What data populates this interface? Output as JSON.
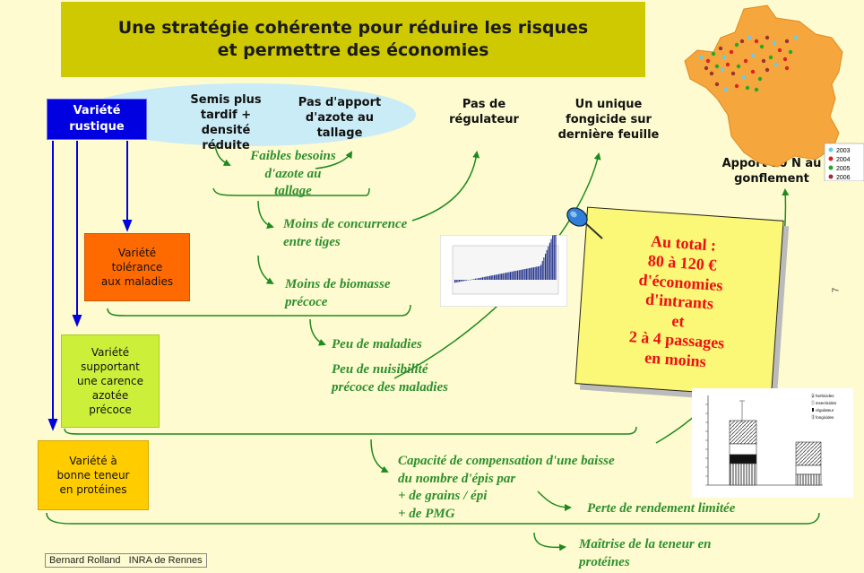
{
  "title": {
    "line1": "Une stratégie cohérente pour réduire les risques",
    "line2": "et permettre des économies"
  },
  "boxes": {
    "rustique": [
      "Variété",
      "rustique"
    ],
    "tolerance": [
      "Variété",
      "tolérance",
      "aux maladies"
    ],
    "carence": [
      "Variété",
      "supportant",
      "une carence",
      "azotée",
      "précoce"
    ],
    "proteines": [
      "Variété à",
      "bonne teneur",
      "en protéines"
    ]
  },
  "top_labels": {
    "semis": [
      "Semis plus",
      "tardif +",
      "densité",
      "réduite"
    ],
    "azote": [
      "Pas d'apport",
      "d'azote au",
      "tallage"
    ],
    "regulateur": [
      "Pas de",
      "régulateur"
    ],
    "fongicide": [
      "Un unique",
      "fongicide sur",
      "dernière feuille"
    ],
    "apport": [
      "Apport 30 N au",
      "gonflement"
    ]
  },
  "effects": {
    "faibles": [
      "Faibles besoins",
      "d'azote au",
      "tallage"
    ],
    "concurrence": [
      "Moins de concurrence",
      "entre tiges"
    ],
    "biomasse": [
      "Moins de biomasse",
      "précoce"
    ],
    "maladies": "Peu de maladies",
    "nuisibilite": [
      "Peu de nuisibilité",
      "précoce des maladies"
    ],
    "capacite": [
      "Capacité de compensation d'une baisse",
      "du nombre d'épis par",
      "+ de grains / épi",
      "+ de PMG"
    ],
    "perte": "Perte de rendement limitée",
    "maitrise": [
      "Maîtrise de la teneur en",
      "protéines"
    ]
  },
  "note": [
    "Au total :",
    "80 à 120 €",
    "d'économies",
    "d'intrants",
    "et",
    "2 à 4 passages",
    "en moins"
  ],
  "map_legend": [
    "2003",
    "2004",
    "2005",
    "2006"
  ],
  "bar_legend": [
    "herbicides",
    "insecticides",
    "régulateur",
    "fongicides"
  ],
  "footer": "Bernard Rolland   INRA de Rennes",
  "page_number": "7",
  "colors": {
    "title_bg": "#cec900",
    "background": "#fdfbcf",
    "effect_text": "#2f8f2f",
    "arrow_blue": "#0000e0",
    "arrow_green": "#1f8a1f",
    "note_text": "#ee1111",
    "map_fill": "#f5a63d"
  }
}
